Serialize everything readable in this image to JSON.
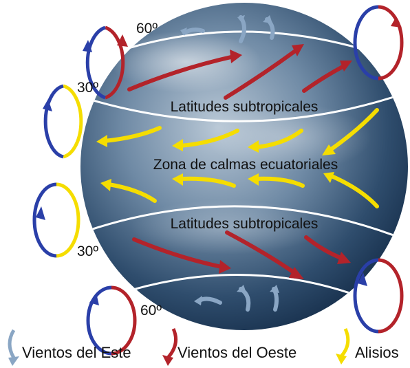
{
  "zones": {
    "top": "Latitudes subtropicales",
    "middle": "Zona de calmas ecuatoriales",
    "bottom": "Latitudes subtropicales"
  },
  "degrees": {
    "top_60": "60º",
    "top_30": "30º",
    "bottom_30": "30º",
    "bottom_60": "60º"
  },
  "legend": {
    "east": "Vientos del Este",
    "west": "Vientos del Oeste",
    "trade": "Alisios"
  },
  "colors": {
    "east_winds": "#8aa6c4",
    "west_winds": "#b3232a",
    "trade_winds": "#f5dd00",
    "cell_blue": "#2a3fa8",
    "globe_dark": "#1f3a58",
    "globe_light": "#9fb4c8"
  }
}
